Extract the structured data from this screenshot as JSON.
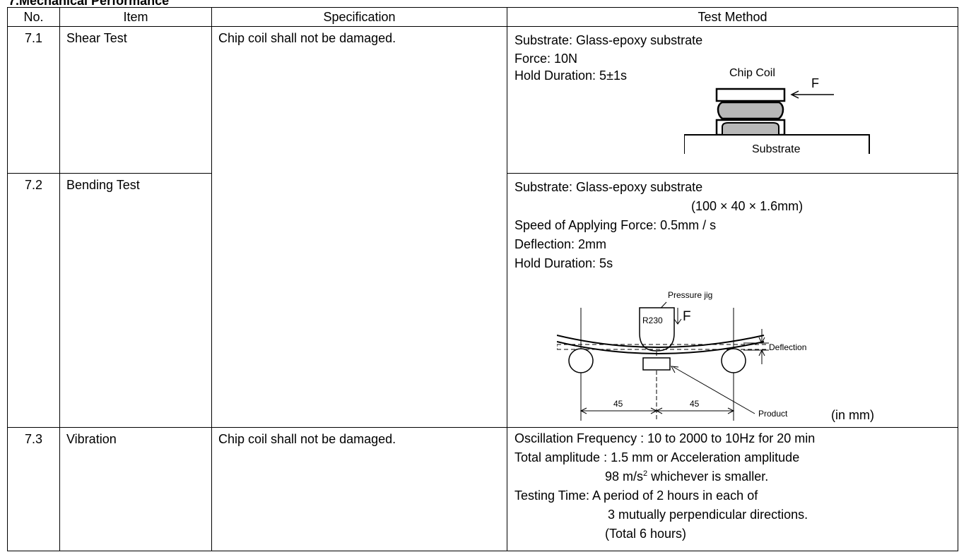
{
  "section_title": "7.Mechanical Performance",
  "headers": {
    "no": "No.",
    "item": "Item",
    "spec": "Specification",
    "method": "Test Method"
  },
  "rows": [
    {
      "no": "7.1",
      "item": "Shear Test",
      "spec": "Chip coil shall not be damaged.",
      "method": {
        "l1": "Substrate: Glass-epoxy substrate",
        "l2": "Force: 10N",
        "l3": "Hold Duration: 5±1s"
      },
      "diagram": {
        "chip_label": "Chip Coil",
        "force_label": "F",
        "substrate_label": "Substrate"
      }
    },
    {
      "no": "7.2",
      "item": "Bending Test",
      "method": {
        "l1": "Substrate: Glass-epoxy substrate",
        "l2": "(100 × 40 × 1.6mm)",
        "l3": "Speed of Applying Force: 0.5mm / s",
        "l4": "Deflection: 2mm",
        "l5": "Hold Duration: 5s"
      },
      "diagram": {
        "pressure_jig_label": "Pressure jig",
        "radius_label": "R230",
        "force_label": "F",
        "deflection_label": "Deflection",
        "product_label": "Product",
        "dim_left": "45",
        "dim_right": "45",
        "unit_note": "(in mm)"
      }
    },
    {
      "no": "7.3",
      "item": "Vibration",
      "spec": "Chip coil shall not be damaged.",
      "method": {
        "l1": "Oscillation Frequency : 10 to 2000 to 10Hz for 20 min",
        "l2": "Total amplitude : 1.5 mm or Acceleration amplitude",
        "l3_value": "98 m/s",
        "l3_sup": "2",
        "l3_tail": " whichever is smaller.",
        "l4": "Testing Time: A period of 2 hours in each of",
        "l5": "3 mutually perpendicular directions.",
        "l6": "(Total 6 hours)"
      }
    }
  ]
}
